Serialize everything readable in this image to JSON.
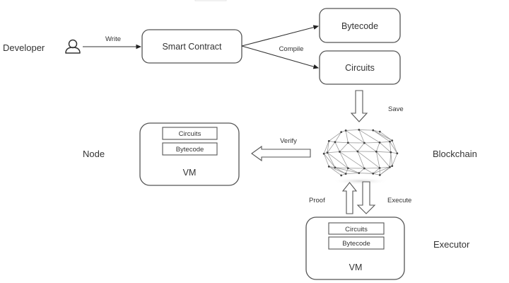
{
  "actors": {
    "developer": "Developer",
    "node": "Node",
    "blockchain": "Blockchain",
    "executor": "Executor"
  },
  "boxes": {
    "smart_contract": "Smart Contract",
    "bytecode": "Bytecode",
    "circuits": "Circuits"
  },
  "edges": {
    "write": "Write",
    "compile": "Compile",
    "save": "Save",
    "verify": "Verify",
    "proof": "Proof",
    "execute": "Execute"
  },
  "node_vm": {
    "title": "VM",
    "items": [
      "Circuits",
      "Bytecode"
    ]
  },
  "executor_vm": {
    "title": "VM",
    "items": [
      "Circuits",
      "Bytecode"
    ]
  },
  "icons": {
    "developer": "user-icon",
    "blockchain": "globe-network-icon"
  }
}
